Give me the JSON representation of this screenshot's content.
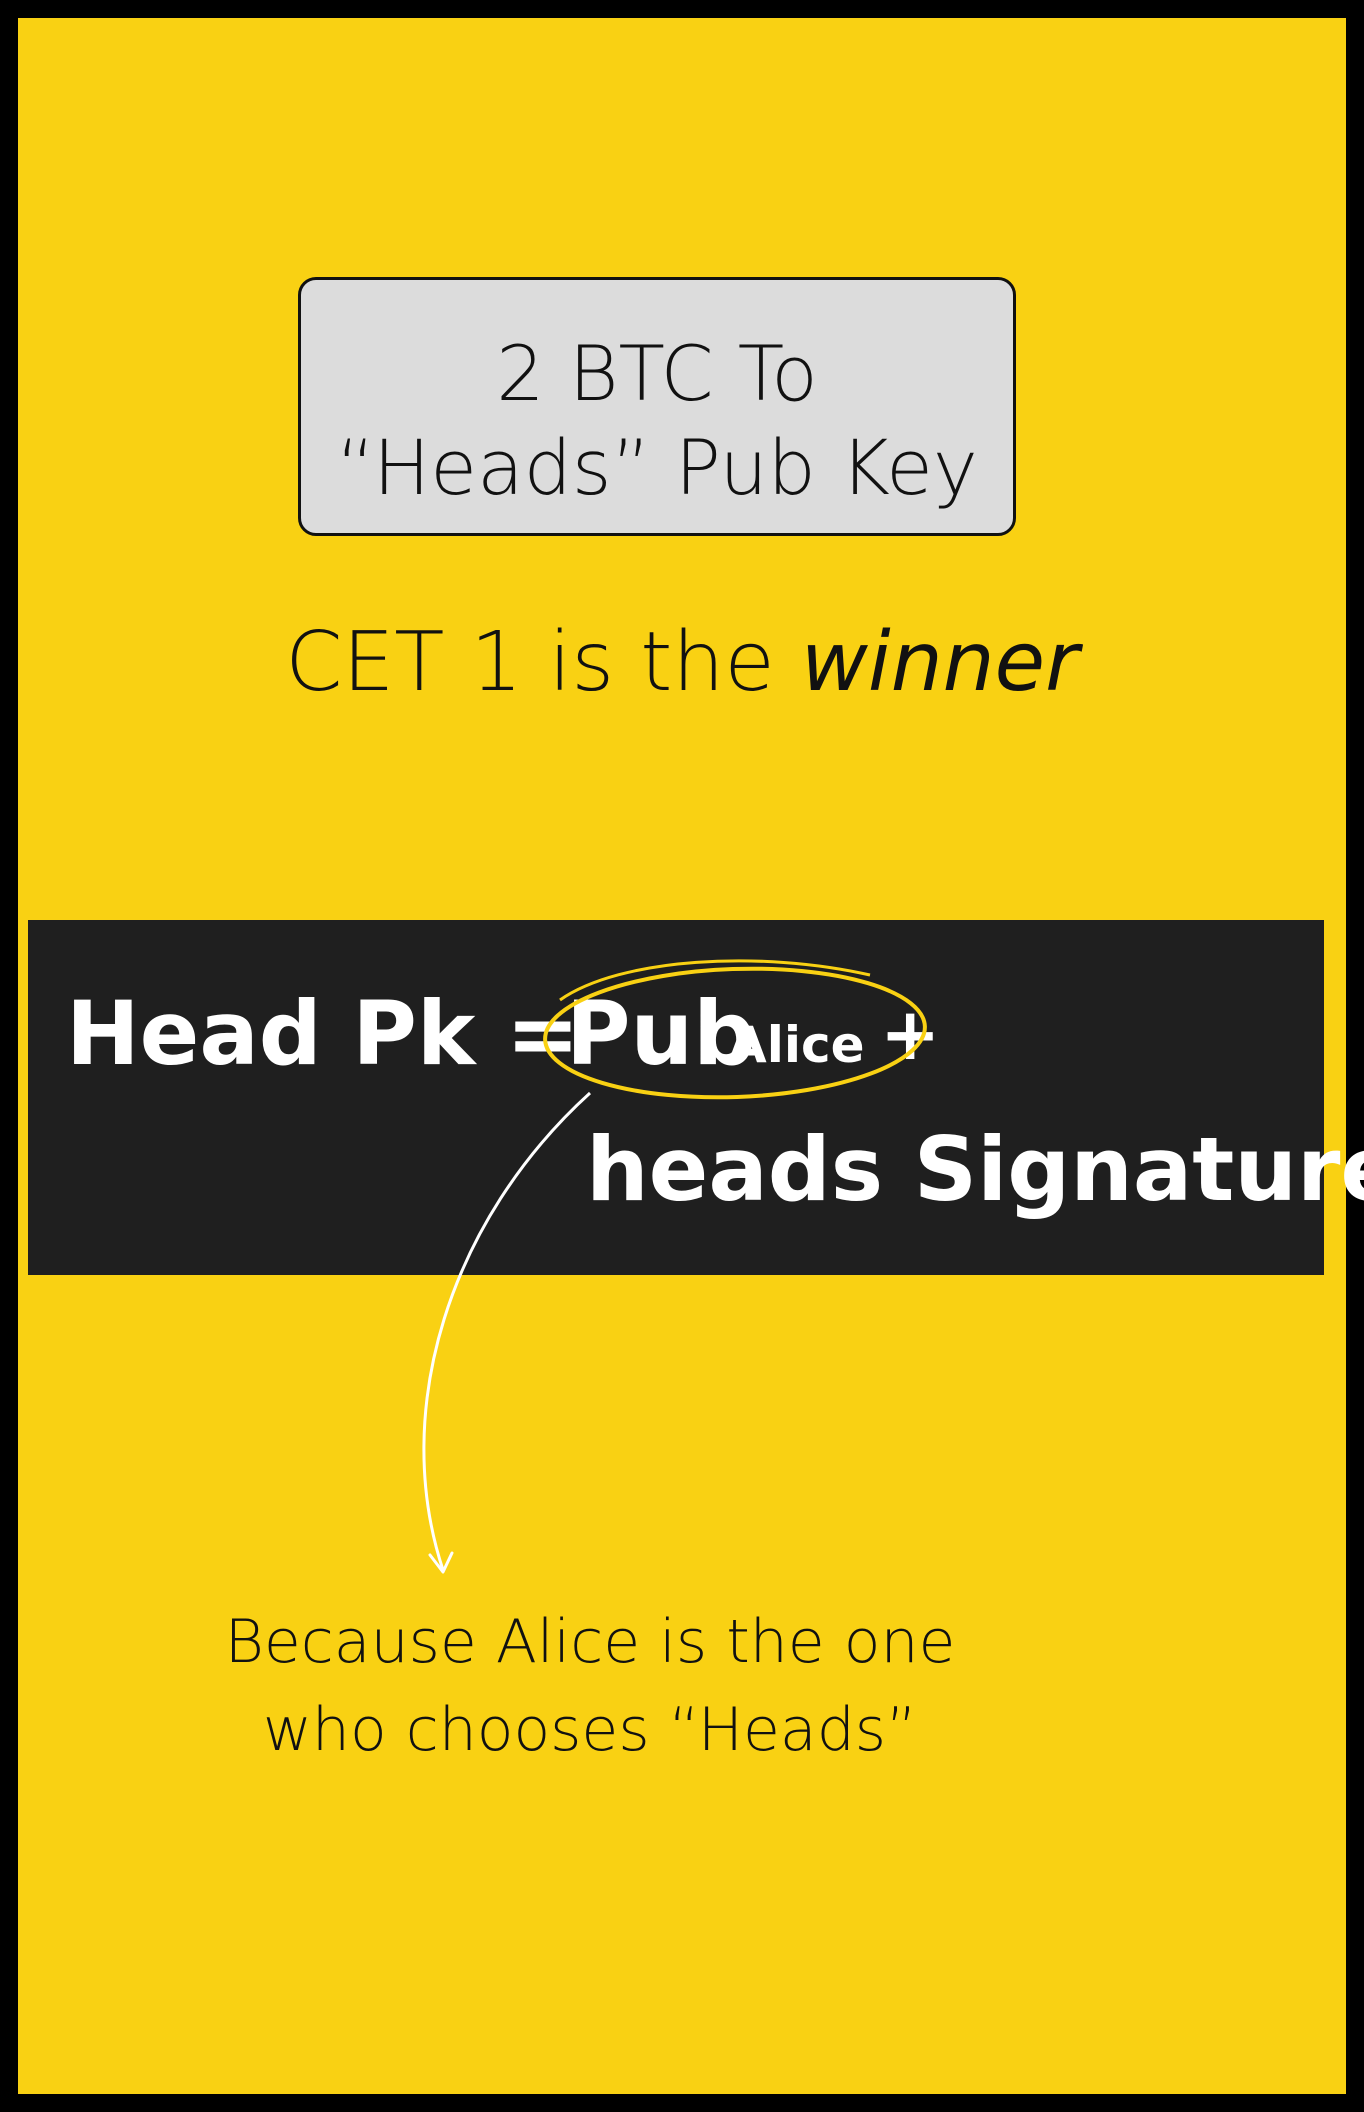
{
  "tx_box": {
    "line1": "2 BTC To",
    "line2": "“Heads” Pub Key"
  },
  "cet": {
    "prefix": "CET 1 is the ",
    "emphasis": "winner"
  },
  "formula": {
    "lhs": "Head Pk =",
    "pub": "Pub",
    "pub_subscript": "Alice",
    "plus": "+",
    "signature": "heads Signature"
  },
  "annotation": {
    "line1": "Because Alice is the one",
    "line2": "who chooses “Heads”"
  },
  "colors": {
    "background": "#F9D113",
    "frame": "#000000",
    "band": "#1F1F1F",
    "box": "#DCDCDC",
    "highlight": "#F9D113",
    "arrow": "#FFFFFF"
  }
}
